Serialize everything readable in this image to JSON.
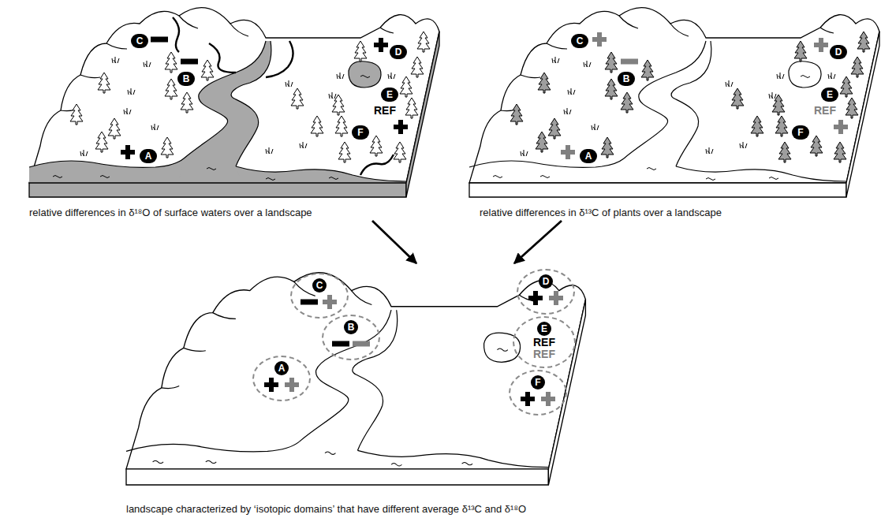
{
  "diagram": {
    "nodes": [
      {
        "text": [
          "relative differences in δ¹⁸O of surface waters over a landscape"
        ]
      },
      {
        "text": [
          "C"
        ],
        "in": 0
      },
      {
        "text": [
          "D"
        ],
        "in": 0
      },
      {
        "text": [
          "B"
        ],
        "in": 0
      },
      {
        "text": [
          "E"
        ],
        "in": 0
      },
      {
        "text": [
          "F"
        ],
        "in": 0
      },
      {
        "text": [
          "A"
        ],
        "in": 0
      },
      {
        "text": [
          "relative differences in δ¹³C of plants over a landscape"
        ]
      },
      {
        "text": [
          "C"
        ],
        "in": 7
      },
      {
        "text": [
          "D"
        ],
        "in": 7
      },
      {
        "text": [
          "B"
        ],
        "in": 7
      },
      {
        "text": [
          "E"
        ],
        "in": 7
      },
      {
        "text": [
          "F"
        ],
        "in": 7
      },
      {
        "text": [
          "A"
        ],
        "in": 7
      },
      {
        "text": [
          "landscape characterized by ‘isotopic domains’ that have different average δ¹³C and δ¹⁸O"
        ]
      },
      {
        "text": [
          "C"
        ],
        "in": 14
      },
      {
        "text": [
          "D"
        ],
        "in": 14
      },
      {
        "text": [
          "B"
        ],
        "in": 14
      },
      {
        "text": [
          "E",
          "REF",
          "REF"
        ],
        "in": 14
      },
      {
        "text": [
          "A"
        ],
        "in": 14
      },
      {
        "text": [
          "F"
        ],
        "in": 14
      }
    ],
    "edges": [
      {
        "from": 0,
        "to": 14,
        "arrow": "to"
      },
      {
        "from": 7,
        "to": 14,
        "arrow": "to"
      }
    ],
    "labels": [
      "REF",
      "REF"
    ]
  }
}
